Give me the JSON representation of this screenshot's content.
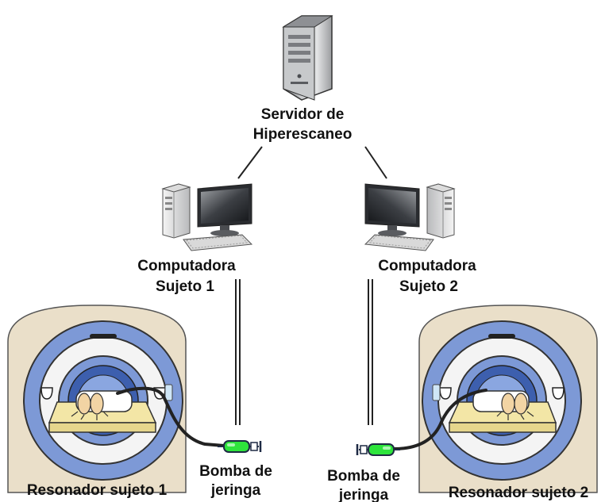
{
  "labels": {
    "server_line1": "Servidor de",
    "server_line2": "Hiperescaneo",
    "pc1_line1": "Computadora",
    "pc1_line2": "Sujeto 1",
    "pc2_line1": "Computadora",
    "pc2_line2": "Sujeto 2",
    "scanner1": "Resonador sujeto 1",
    "scanner2": "Resonador sujeto 2",
    "pump1_line1": "Bomba de",
    "pump1_line2": "jeringa",
    "pump2_line1": "Bomba de",
    "pump2_line2": "jeringa"
  },
  "colors": {
    "scanner_housing": "#eadfc9",
    "scanner_ring": "#7d99d6",
    "scanner_ring_dark": "#3d5fae",
    "patient_bed": "#f3e6a6",
    "syringe_fluid": "#2ee43c",
    "cable": "#222222"
  },
  "icons": {
    "server": "server-tower-icon",
    "pc": "desktop-computer-icon",
    "scanner": "mri-scanner-icon",
    "pump": "syringe-pump-icon"
  }
}
